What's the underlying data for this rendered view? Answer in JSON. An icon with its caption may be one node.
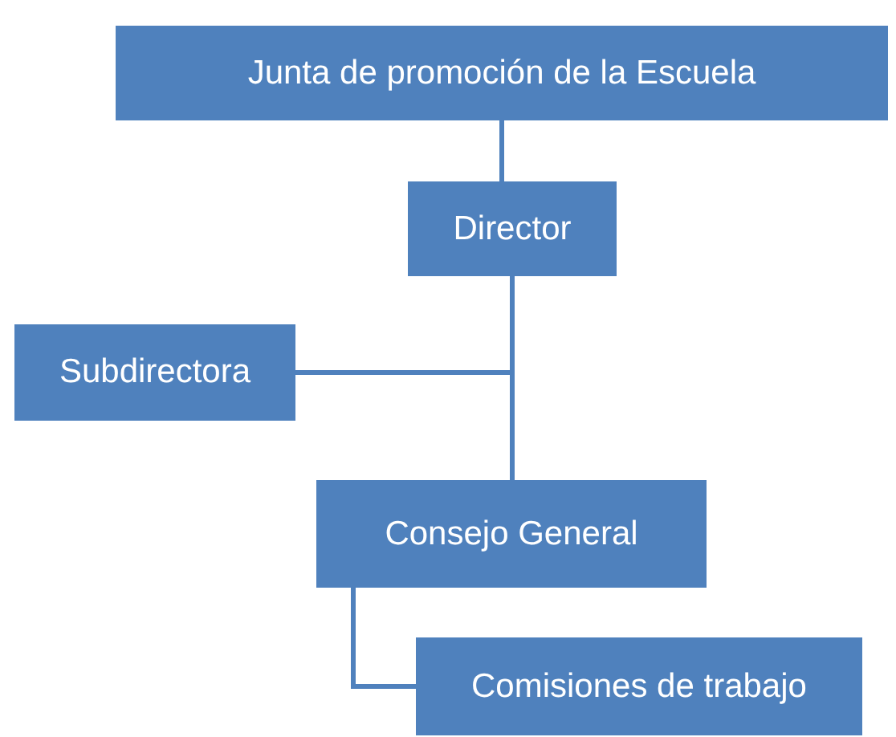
{
  "diagram": {
    "nodes": [
      {
        "text": [
          "Junta de promoción de la Escuela"
        ]
      },
      {
        "text": [
          "Director"
        ]
      },
      {
        "text": [
          "Subdirectora"
        ]
      },
      {
        "text": [
          "Consejo General"
        ]
      },
      {
        "text": [
          "Comisiones de trabajo"
        ]
      }
    ],
    "edges": [
      {
        "from": 0,
        "to": 1,
        "arrow": "none"
      },
      {
        "from": 1,
        "to": 2,
        "arrow": "none"
      },
      {
        "from": 1,
        "to": 3,
        "arrow": "none"
      },
      {
        "from": 3,
        "to": 4,
        "arrow": "none"
      }
    ]
  }
}
